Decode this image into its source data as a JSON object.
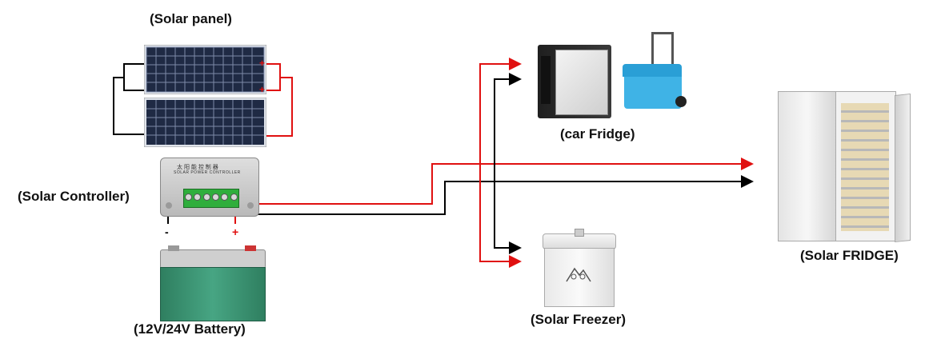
{
  "labels": {
    "solar_panel": "(Solar panel)",
    "solar_controller": "(Solar Controller)",
    "battery": "(12V/24V Battery)",
    "car_fridge": "(car Fridge)",
    "solar_freezer": "(Solar Freezer)",
    "solar_fridge": "(Solar FRIDGE)"
  },
  "polarity": {
    "negative": "-",
    "positive": "+"
  },
  "controller_text": {
    "line1": "太 阳 能 控 制 器",
    "line2": "SOLAR POWER CONTROLLER"
  },
  "colors": {
    "positive_wire": "#e01010",
    "negative_wire": "#000000",
    "panel_cell": "#1f2a44",
    "battery_body": "#3a8f6e",
    "cooler_blue": "#3fb3e6"
  }
}
